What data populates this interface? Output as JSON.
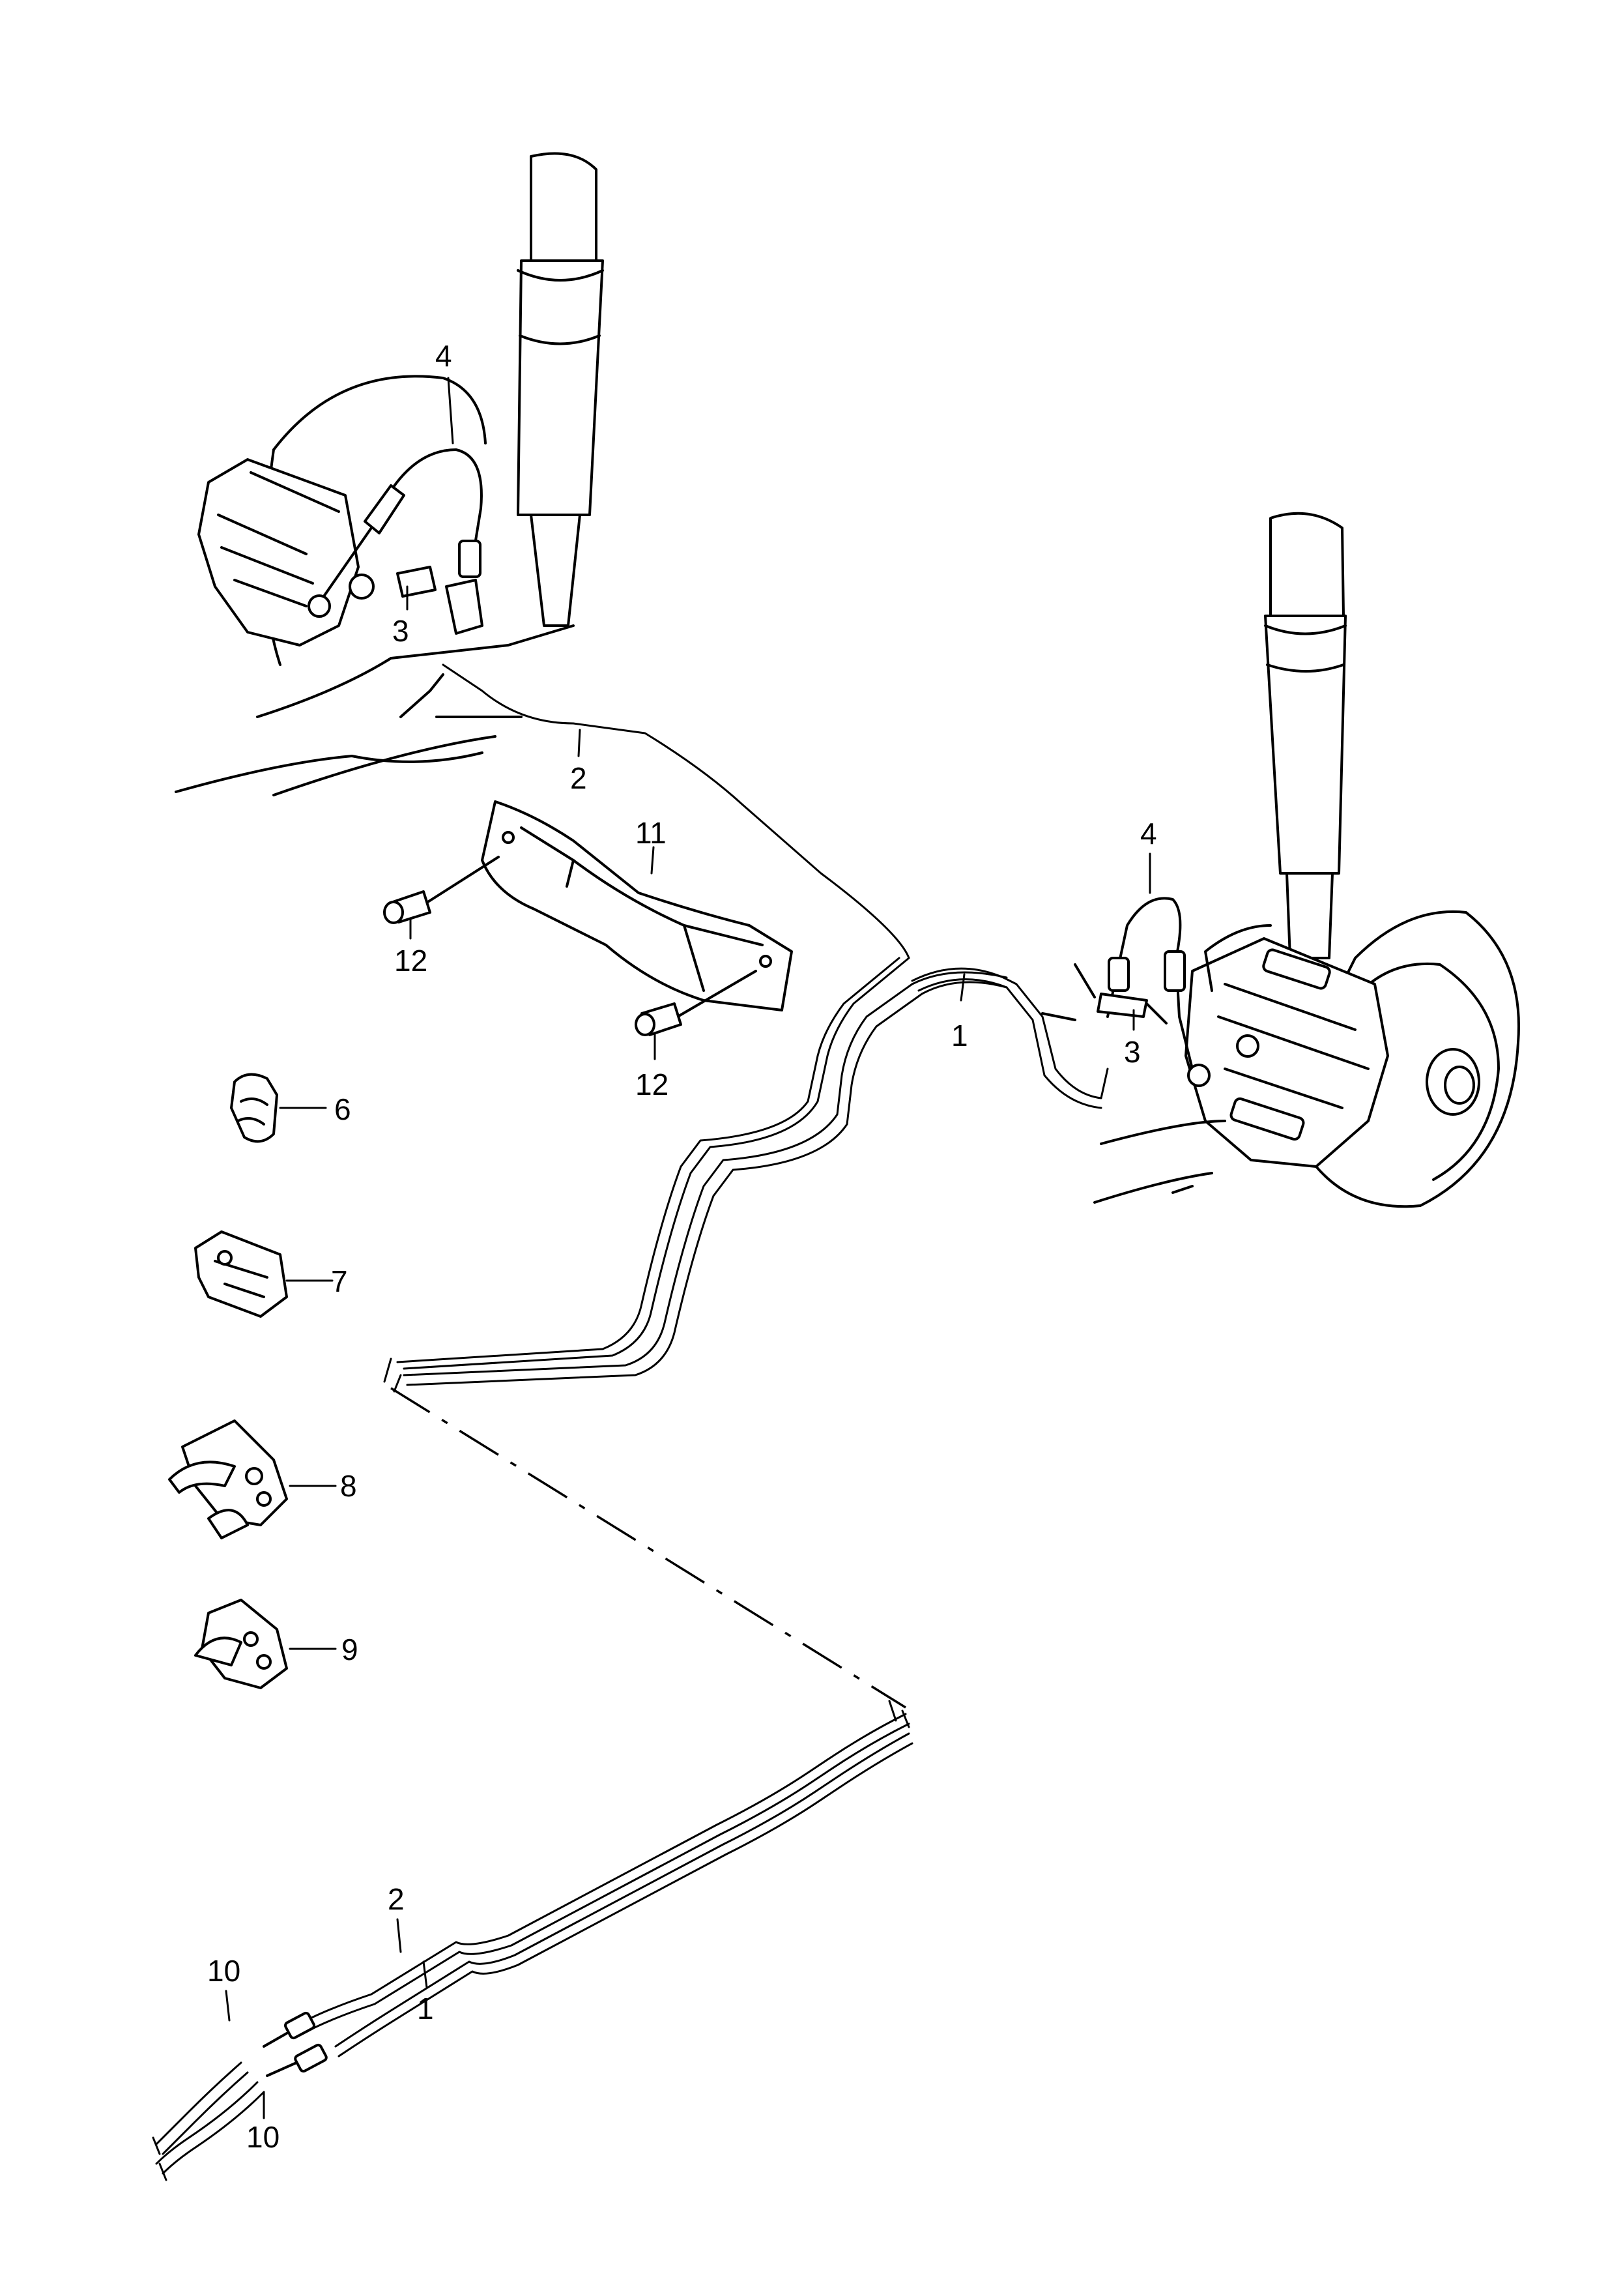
{
  "callouts": {
    "c1_right": "1",
    "c1_bottom": "1",
    "c2_top": "2",
    "c2_bottom": "2",
    "c3_left": "3",
    "c3_right": "3",
    "c4_left": "4",
    "c4_right": "4",
    "c6": "6",
    "c7": "7",
    "c8": "8",
    "c9": "9",
    "c10_top": "10",
    "c10_bottom": "10",
    "c11": "11",
    "c12_top": "12",
    "c12_bottom": "12"
  }
}
